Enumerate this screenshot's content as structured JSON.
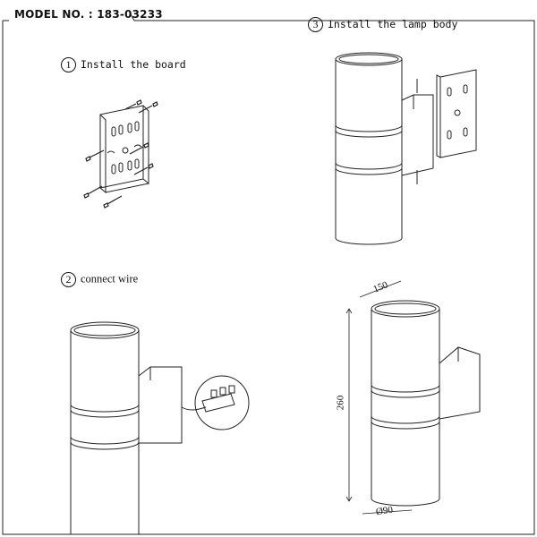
{
  "header": {
    "model_label": "MODEL NO. : 183-03233"
  },
  "steps": [
    {
      "number": "1",
      "label": "Install the board"
    },
    {
      "number": "2",
      "label": "connect wire"
    },
    {
      "number": "3",
      "label": "Install the lamp body"
    }
  ],
  "dimensions": {
    "depth": "150",
    "height": "260",
    "diameter": "Ø90"
  }
}
